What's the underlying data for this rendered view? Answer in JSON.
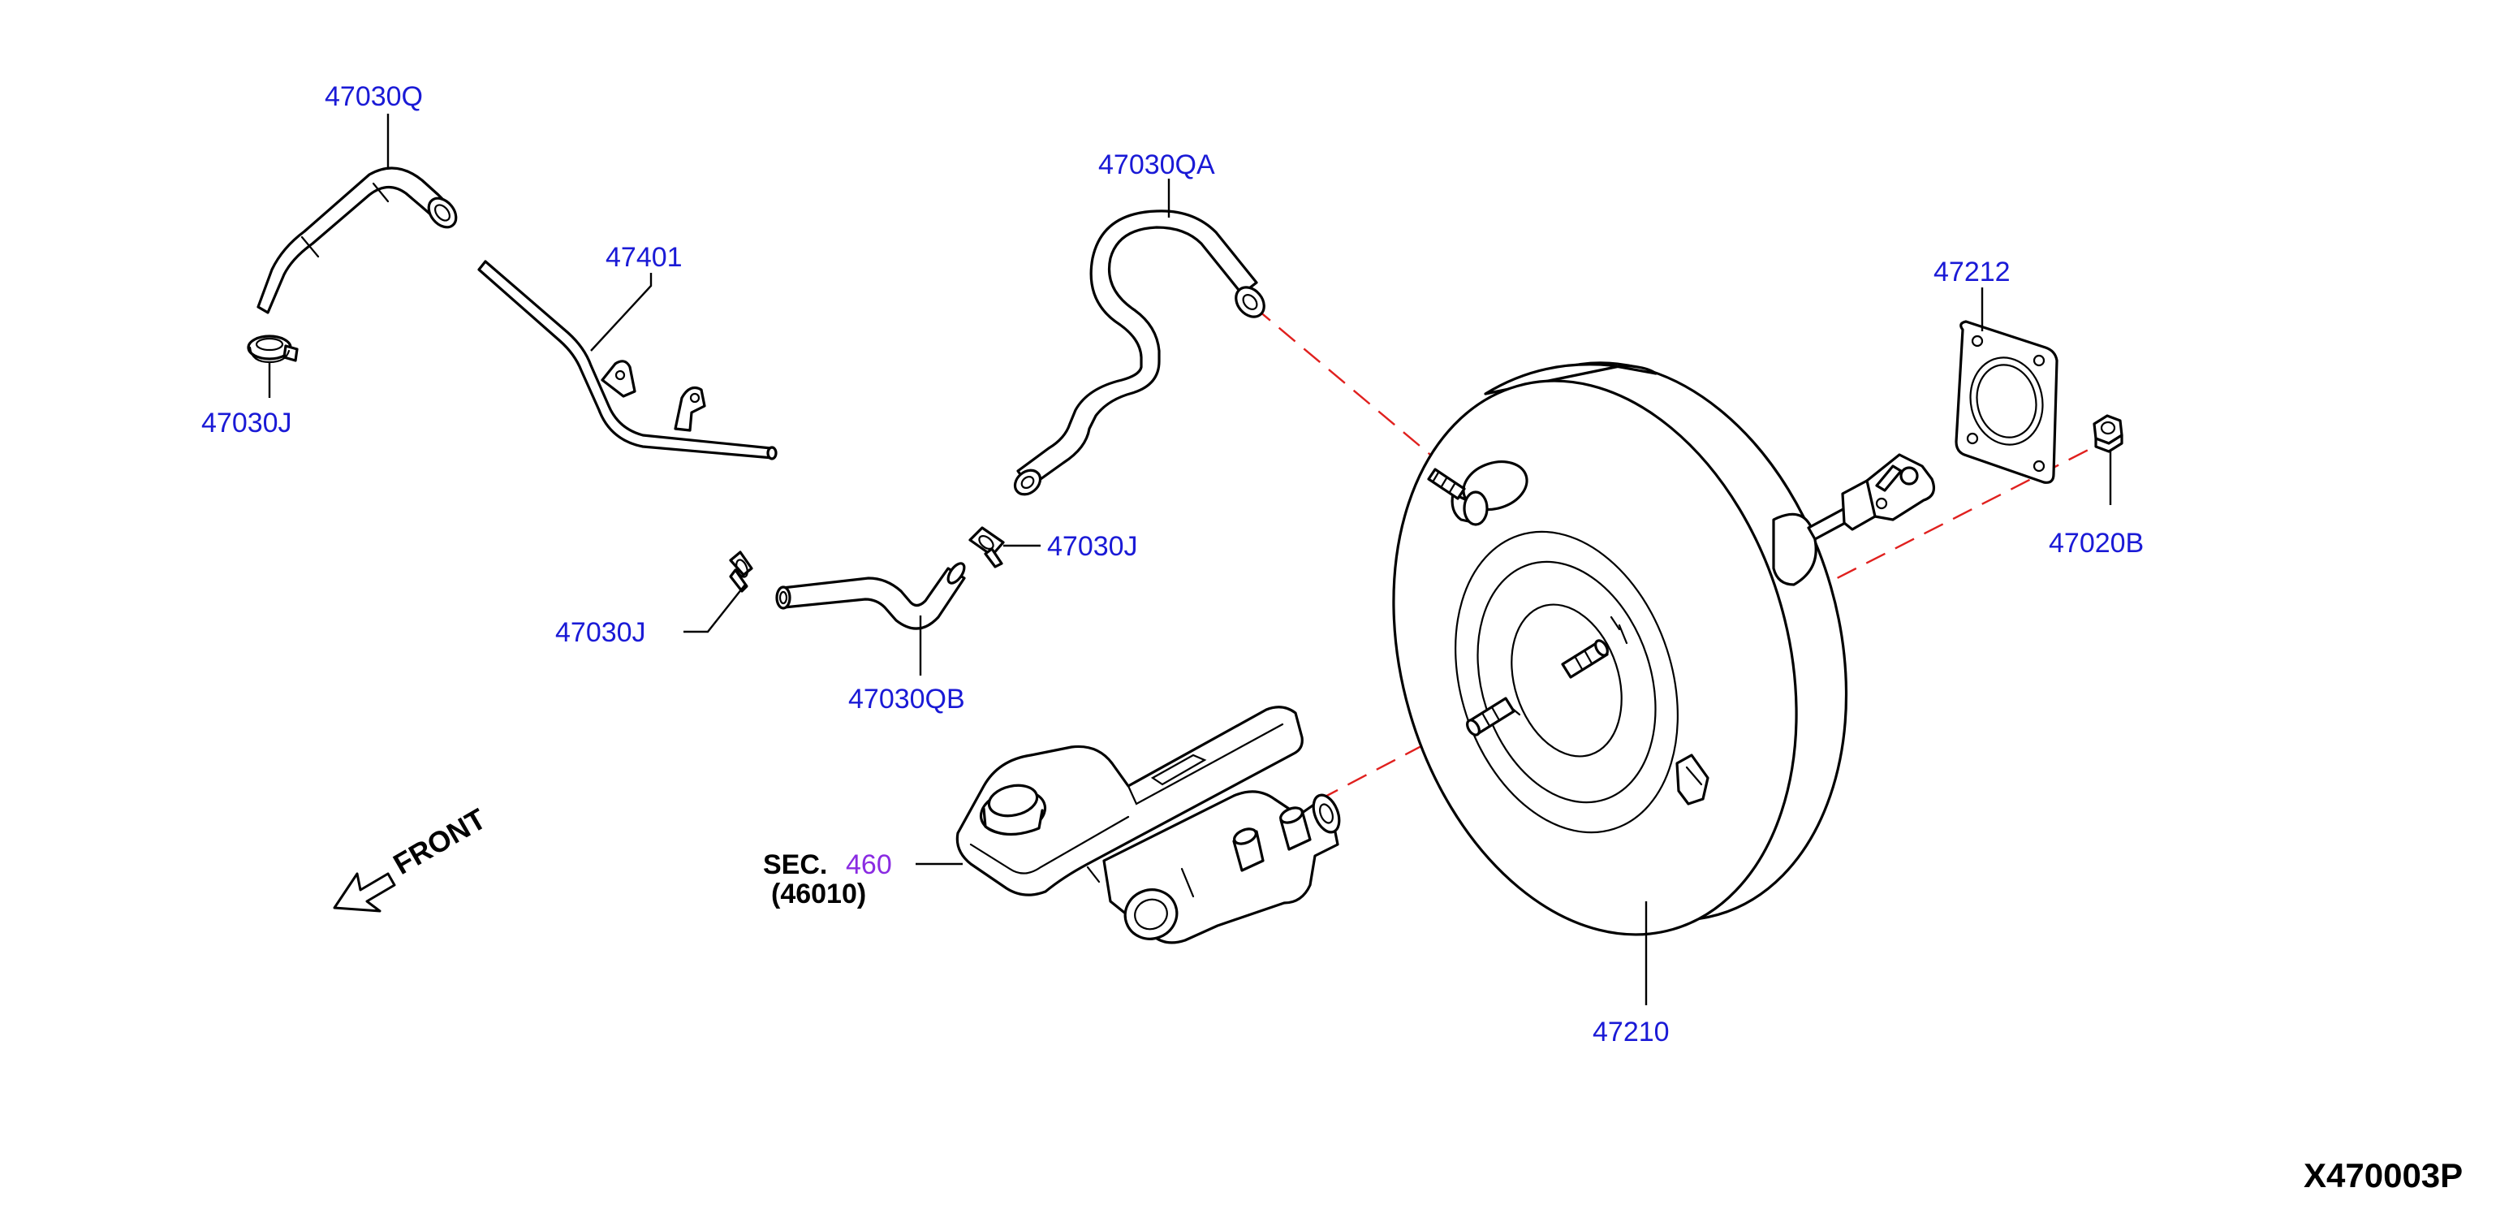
{
  "labels": {
    "p47030Q": "47030Q",
    "p47401": "47401",
    "p47030J_top": "47030J",
    "p47030QA": "47030QA",
    "p47030J_right": "47030J",
    "p47030J_left": "47030J",
    "p47030QB": "47030QB",
    "p47212": "47212",
    "p47020B": "47020B",
    "p47210": "47210"
  },
  "section_ref": {
    "prefix": "SEC.",
    "number": "460",
    "sub": "(46010)"
  },
  "front": "FRONT",
  "ref_code": "X470003P",
  "colors": {
    "part_label": "#1a1ad6",
    "section_number": "#8a2be2",
    "alignment_line": "#e0201e",
    "outline": "#000000"
  }
}
